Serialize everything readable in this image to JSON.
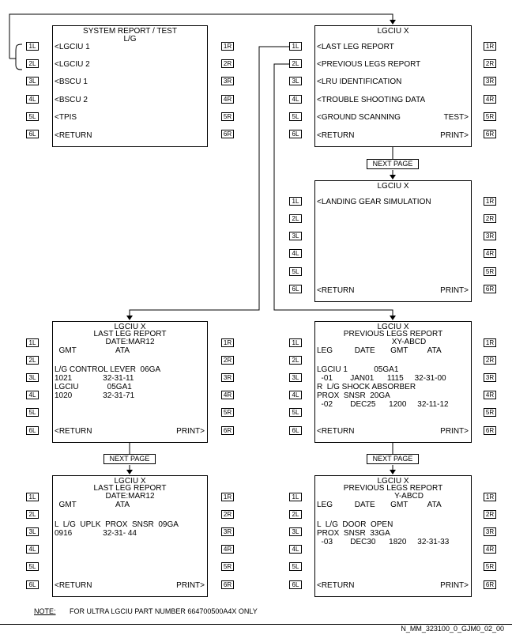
{
  "line_keys_left": [
    "1L",
    "2L",
    "3L",
    "4L",
    "5L",
    "6L"
  ],
  "line_keys_right": [
    "1R",
    "2R",
    "3R",
    "4R",
    "5R",
    "6R"
  ],
  "screens": {
    "system_report": {
      "title": "SYSTEM REPORT / TEST",
      "subtitle": "L/G",
      "lines": [
        "<LGCIU 1",
        "<LGCIU 2",
        "<BSCU 1",
        "<BSCU 2",
        "<TPIS",
        "<RETURN"
      ]
    },
    "lgciu_menu": {
      "title": "LGCIU X",
      "lines": [
        "<LAST LEG REPORT",
        "<PREVIOUS LEGS REPORT",
        "<LRU IDENTIFICATION",
        "<TROUBLE SHOOTING DATA",
        "<GROUND SCANNING",
        "<RETURN"
      ],
      "right_lines": [
        "TEST>",
        "PRINT>"
      ]
    },
    "lgciu_page2": {
      "title": "LGCIU X",
      "lines": [
        "<LANDING GEAR SIMULATION",
        "<RETURN"
      ],
      "right_lines": [
        "PRINT>"
      ]
    },
    "last_leg_1": {
      "title": "LGCIU X",
      "subtitle": "LAST LEG REPORT",
      "date": "DATE:MAR12",
      "header": "  GMT                  ATA",
      "rows": [
        "L/G CONTROL LEVER  06GA",
        "1021              32-31-11",
        "LGCIU             05GA1",
        "1020              32-31-71"
      ],
      "return": "<RETURN",
      "print": "PRINT>"
    },
    "prev_legs_1": {
      "title": "LGCIU X",
      "subtitle": "PREVIOUS LEGS REPORT",
      "aircraft": "XY-ABCD",
      "header": "LEG          DATE       GMT         ATA",
      "rows": [
        "LGCIU 1            05GA1",
        "  -01        JAN01      1115     32-31-00",
        "R  L/G SHOCK ABSORBER",
        "PROX  SNSR  20GA",
        "  -02        DEC25      1200     32-11-12"
      ],
      "return": "<RETURN",
      "print": "PRINT>"
    },
    "last_leg_2": {
      "title": "LGCIU X",
      "subtitle": "LAST LEG REPORT",
      "date": "DATE:MAR12",
      "header": "  GMT                  ATA",
      "rows": [
        "L  L/G  UPLK  PROX  SNSR  09GA",
        "0916              32-31- 44"
      ],
      "return": "<RETURN",
      "print": "PRINT>"
    },
    "prev_legs_2": {
      "title": "LGCIU X",
      "subtitle": "PREVIOUS LEGS REPORT",
      "aircraft": "Y-ABCD",
      "header": "LEG          DATE       GMT         ATA",
      "rows": [
        "L  L/G  DOOR  OPEN",
        "PROX  SNSR  33GA",
        "  -03        DEC30      1820     32-31-33"
      ],
      "return": "<RETURN",
      "print": "PRINT>"
    }
  },
  "next_page_label": "NEXT PAGE",
  "note_label": "NOTE:",
  "note_text": "FOR ULTRA LGCIU PART NUMBER 664700500A4X ONLY",
  "reference": "N_MM_323100_0_GJM0_02_00"
}
